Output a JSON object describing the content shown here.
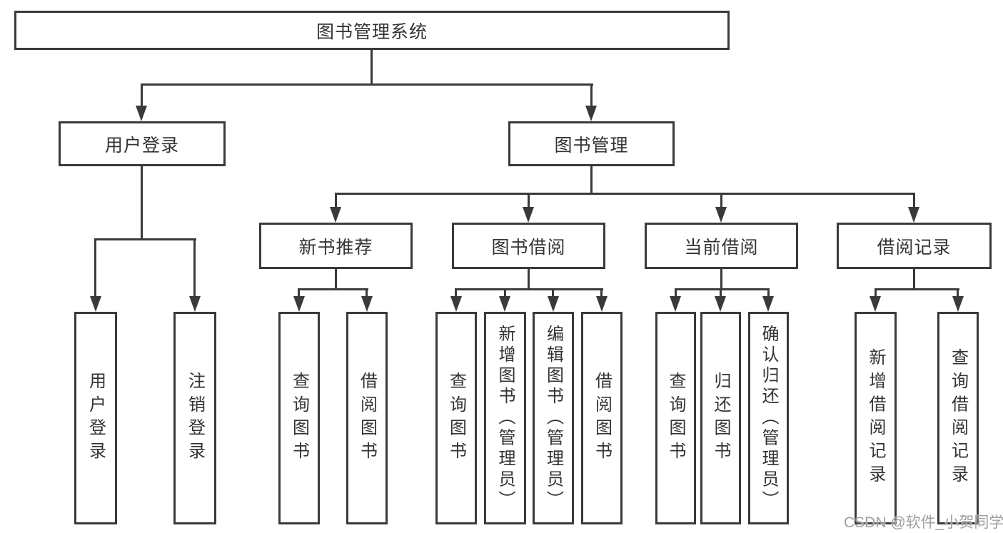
{
  "diagram": {
    "root": {
      "label": "图书管理系统"
    },
    "user_login": {
      "label": "用户登录",
      "children": [
        {
          "label": "用户登录"
        },
        {
          "label": "注销登录"
        }
      ]
    },
    "book_management": {
      "label": "图书管理",
      "sections": [
        {
          "label": "新书推荐",
          "children": [
            {
              "label": "查询图书"
            },
            {
              "label": "借阅图书"
            }
          ]
        },
        {
          "label": "图书借阅",
          "children": [
            {
              "label": "查询图书"
            },
            {
              "label": "新增图书（管理员）"
            },
            {
              "label": "编辑图书（管理员）"
            },
            {
              "label": "借阅图书"
            }
          ]
        },
        {
          "label": "当前借阅",
          "children": [
            {
              "label": "查询图书"
            },
            {
              "label": "归还图书"
            },
            {
              "label": "确认归还（管理员）"
            }
          ]
        },
        {
          "label": "借阅记录",
          "children": [
            {
              "label": "新增借阅记录"
            },
            {
              "label": "查询借阅记录"
            }
          ]
        }
      ]
    }
  },
  "watermark": {
    "text": "CSDN @软件_小贺同学"
  },
  "colors": {
    "line": "#3a3a3a",
    "text": "#333333",
    "watermark": "#9f9f9f",
    "background": "#ffffff"
  }
}
